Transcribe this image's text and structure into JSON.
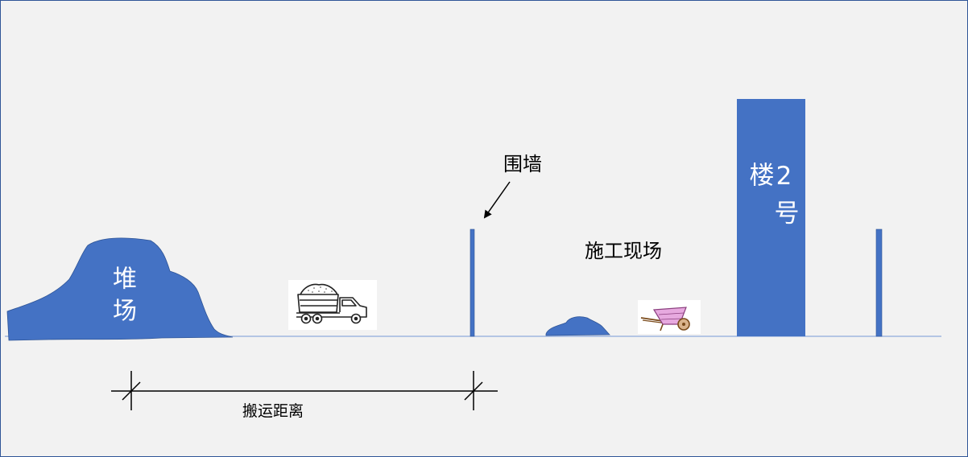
{
  "labels": {
    "stockyard": "堆场",
    "wall": "围墙",
    "site": "施工现场",
    "building": "2号楼",
    "haul_distance": "搬运距离"
  },
  "icons": {
    "truck": "dump-truck-icon",
    "wheelbarrow": "wheelbarrow-icon",
    "arrow": "arrow-icon"
  },
  "colors": {
    "primary": "#4472c4",
    "ground": "#8faadc",
    "annotation": "#000000"
  }
}
